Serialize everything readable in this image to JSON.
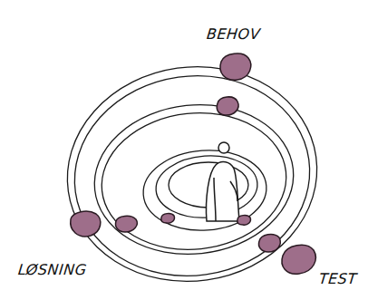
{
  "diagram": {
    "labels": [
      "BEHOV",
      "LØSNING",
      "TEST"
    ]
  }
}
